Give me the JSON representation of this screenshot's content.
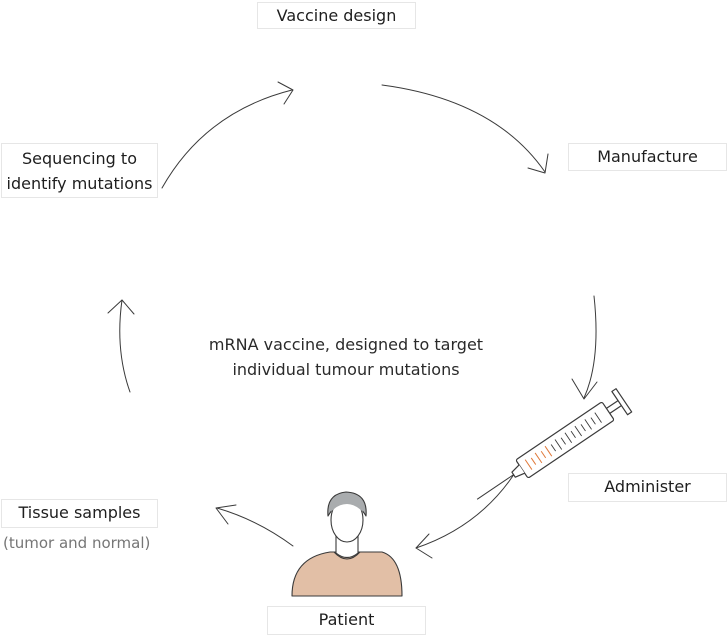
{
  "steps": {
    "vaccine_design": "Vaccine design",
    "manufacture": "Manufacture",
    "administer": "Administer",
    "patient": "Patient",
    "tissue_samples": "Tissue samples",
    "tissue_samples_sub": "(tumor and normal)",
    "sequencing_line1": "Sequencing to",
    "sequencing_line2": "identify mutations"
  },
  "center": {
    "line1": "mRNA vaccine, designed to target",
    "line2": "individual tumour mutations"
  },
  "colors": {
    "arrow": "#3a3a3a",
    "skin": "#e2bfa6",
    "hair": "#a9acae",
    "syringe_accent": "#e0793a"
  },
  "icons": [
    "patient-icon",
    "syringe-icon"
  ]
}
